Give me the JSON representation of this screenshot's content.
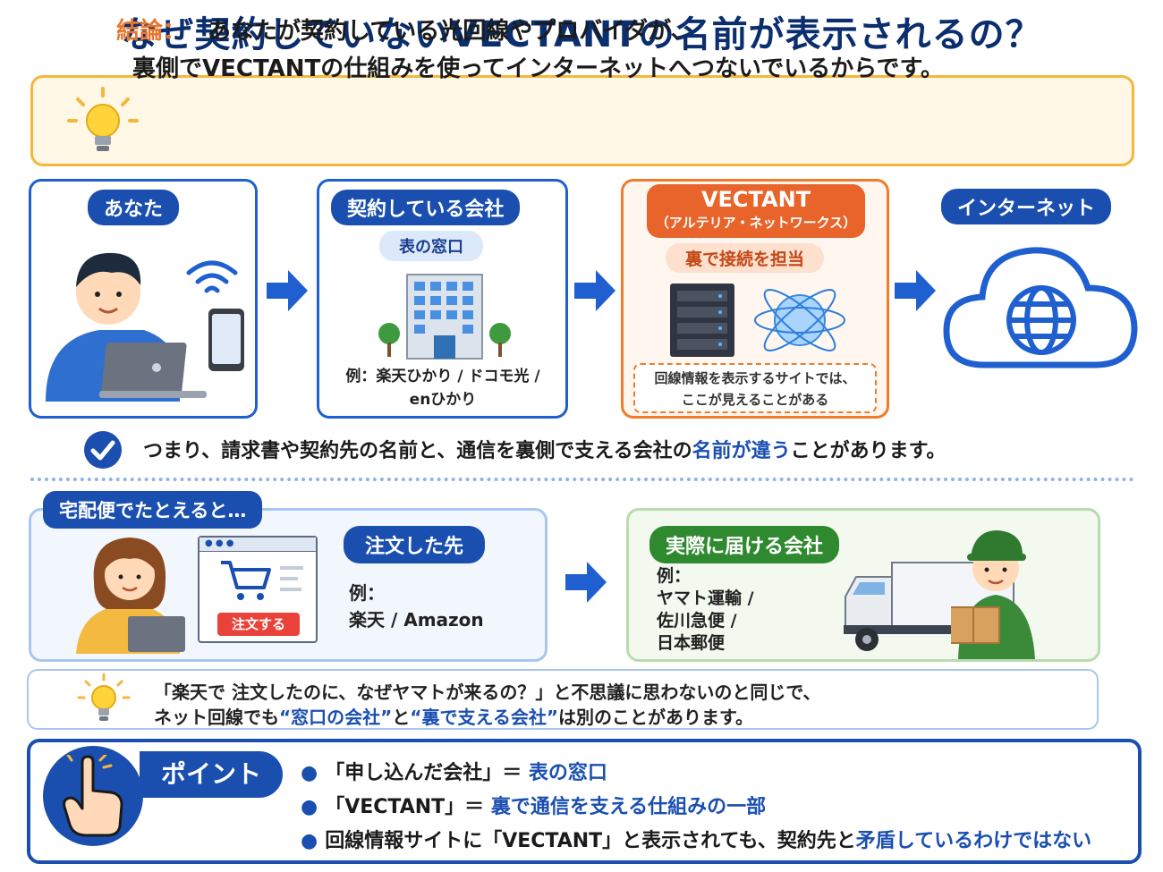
{
  "title": "なぜ契約していないVECTANTの名前が表示されるの？",
  "conclusion": {
    "head": "結論：",
    "line1": "あなたが契約している光回線やプロバイダが、",
    "line2": "裏側でVECTANTの仕組みを使ってインターネットへつないでいるからです。"
  },
  "flow": {
    "you": {
      "label": "あなた"
    },
    "company": {
      "label": "契約している会社",
      "sub": "表の窓口",
      "example_line1": "例：楽天ひかり / ドコモ光 /",
      "example_line2": "enひかり"
    },
    "vectant": {
      "name": "VECTANT",
      "sub": "（アルテリア・ネットワークス）",
      "role": "裏で接続を担当",
      "note_line1": "回線情報を表示するサイトでは、",
      "note_line2": "ここが見えることがある"
    },
    "internet": {
      "label": "インターネット"
    }
  },
  "summary": {
    "pre": "つまり、請求書や契約先の名前と、通信を裏側で支える会社の",
    "highlight": "名前が違う",
    "post": "ことがあります。"
  },
  "analogy": {
    "tab": "宅配便でたとえると…",
    "order": {
      "label": "注文した先",
      "button": "注文する",
      "example_head": "例：",
      "example": "楽天 / Amazon"
    },
    "deliver": {
      "label": "実際に届ける会社",
      "example_head": "例：",
      "ex1": "ヤマト運輸 /",
      "ex2": "佐川急便 /",
      "ex3": "日本郵便"
    },
    "same_line1": "「楽天で 注文したのに、なぜヤマトが来るの？」と不思議に思わないのと同じで、",
    "same_line2_a": "ネット回線でも",
    "same_line2_b": "“窓口の会社”",
    "same_line2_c": "と",
    "same_line2_d": "“裏で支える会社”",
    "same_line2_e": "は別のことがあります。"
  },
  "point": {
    "tab": "ポイント",
    "p1_a": "「申し込んだ会社」＝",
    "p1_b": "表の窓口",
    "p2_a": "「VECTANT」＝",
    "p2_b": "裏で通信を支える仕組みの一部",
    "p3_a": "回線情報サイトに「VECTANT」と表示されても、契約先と",
    "p3_b": "矛盾しているわけではない"
  },
  "colors": {
    "navy": "#0b2e6e",
    "blue": "#1a4fb0",
    "orange": "#e8642a",
    "green": "#2f8a2f",
    "amber": "#f5b73b"
  },
  "icons": [
    "lightbulb-icon",
    "wifi-icon",
    "smartphone-icon",
    "laptop-icon",
    "building-icon",
    "tree-icon",
    "server-icon",
    "globe-icon",
    "cloud-icon",
    "arrow-right-icon",
    "check-icon",
    "cart-icon",
    "truck-icon",
    "package-icon",
    "pointing-hand-icon"
  ]
}
